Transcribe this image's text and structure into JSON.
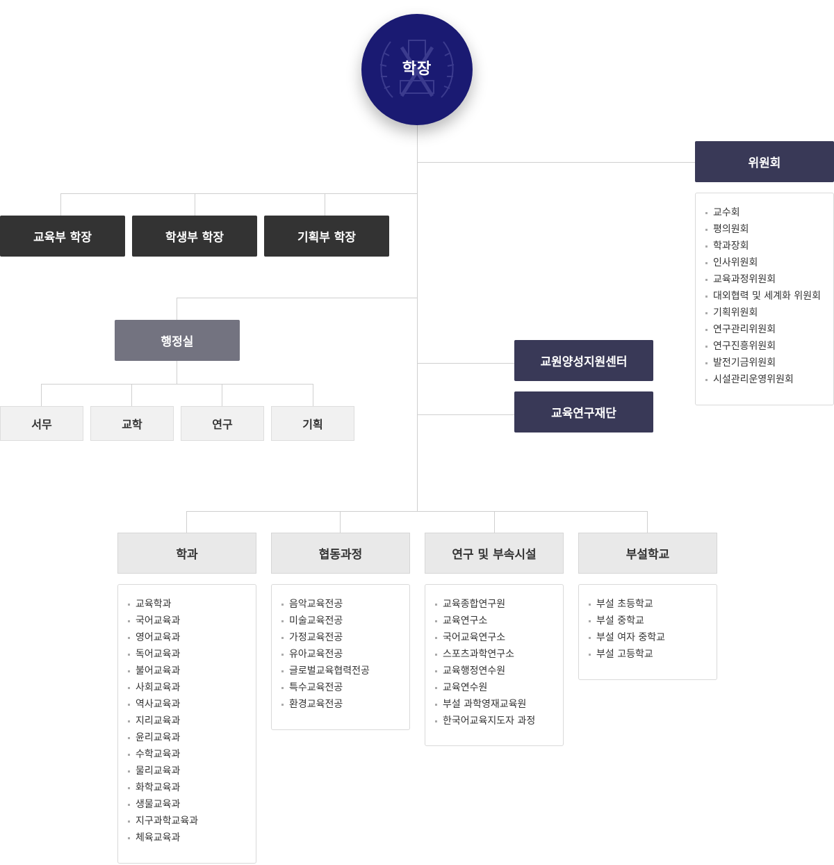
{
  "president": {
    "label": "학장"
  },
  "vice_presidents": [
    {
      "label": "교육부 학장"
    },
    {
      "label": "학생부 학장"
    },
    {
      "label": "기획부 학장"
    }
  ],
  "admin_office": {
    "label": "행정실",
    "teams": [
      {
        "label": "서무"
      },
      {
        "label": "교학"
      },
      {
        "label": "연구"
      },
      {
        "label": "기획"
      }
    ]
  },
  "committee": {
    "label": "위원회",
    "items": [
      "교수회",
      "평의원회",
      "학과장회",
      "인사위원회",
      "교육과정위원회",
      "대외협력 및 세계화 위원회",
      "기획위원회",
      "연구관리위원회",
      "연구진흥위원회",
      "발전기금위원회",
      "시설관리운영위원회"
    ]
  },
  "side_units": [
    {
      "label": "교원양성지원센터"
    },
    {
      "label": "교육연구재단"
    }
  ],
  "categories": [
    {
      "label": "학과",
      "items": [
        "교육학과",
        "국어교육과",
        "영어교육과",
        "독어교육과",
        "불어교육과",
        "사회교육과",
        "역사교육과",
        "지리교육과",
        "윤리교육과",
        "수학교육과",
        "물리교육과",
        "화학교육과",
        "생물교육과",
        "지구과학교육과",
        "체육교육과"
      ]
    },
    {
      "label": "협동과정",
      "items": [
        "음악교육전공",
        "미술교육전공",
        "가정교육전공",
        "유아교육전공",
        "글로벌교육협력전공",
        "특수교육전공",
        "환경교육전공"
      ]
    },
    {
      "label": "연구 및 부속시설",
      "items": [
        "교육종합연구원",
        "교육연구소",
        "국어교육연구소",
        "스포츠과학연구소",
        "교육행정연수원",
        "교육연수원",
        "부설 과학영재교육원",
        "한국어교육지도자 과정"
      ]
    },
    {
      "label": "부설학교",
      "items": [
        "부설 초등학교",
        "부설 중학교",
        "부설 여자 중학교",
        "부설 고등학교"
      ]
    }
  ],
  "colors": {
    "circle": "#1a1a72",
    "dark_box": "#333333",
    "navy_box": "#393957",
    "gray_box": "#737380",
    "line": "#cfcfcf"
  }
}
